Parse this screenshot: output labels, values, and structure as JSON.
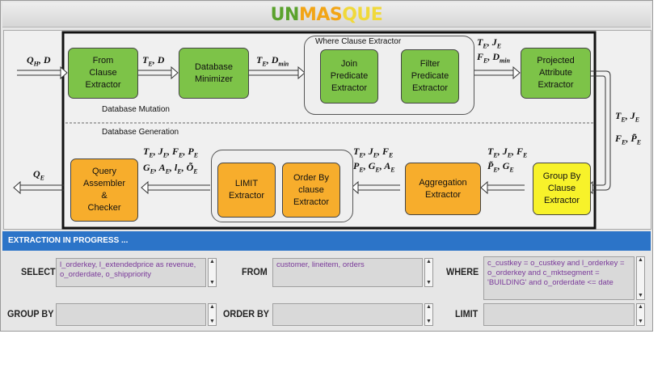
{
  "app": {
    "title_part1": "UN",
    "title_part2": "MAS",
    "title_part3": "QUE",
    "colors": {
      "green": "#7dc348",
      "orange": "#f7ad2c",
      "yellow": "#f7f22a",
      "blue_bar": "#2c74c8"
    }
  },
  "diagram": {
    "input_label": "Q_H, D",
    "output_label": "Q_E",
    "section_mutation": "Database Mutation",
    "section_generation": "Database Generation",
    "where_group_title": "Where Clause Extractor",
    "boxes": {
      "from": "From\nClause\nExtractor",
      "minimizer": "Database\nMinimizer",
      "join": "Join\nPredicate\nExtractor",
      "filter": "Filter\nPredicate\nExtractor",
      "projected": "Projected\nAttribute\nExtractor",
      "groupby": "Group By\nClause\nExtractor",
      "aggregation": "Aggregation\nExtractor",
      "orderby": "Order By\nclause\nExtractor",
      "limit": "LIMIT\nExtractor",
      "assembler": "Query\nAssembler\n&\nChecker"
    },
    "edge_labels": {
      "from_to_min": "T_E, D",
      "min_to_where": "T_E, D_min",
      "where_to_proj_1": "T_E, J_E",
      "where_to_proj_2": "F_E, D_min",
      "proj_to_group_1": "T_E, J_E",
      "proj_to_group_2": "F_E, P̃_E",
      "group_to_agg_1": "T_E, J_E, F_E",
      "group_to_agg_2": "P̃_E, G_E",
      "agg_to_order_1": "T_E, J_E, F_E",
      "agg_to_order_2": "P_E, G_E, A_E",
      "limit_to_asm_1": "T_E, J_E, F_E, P_E",
      "limit_to_asm_2": "G_E, A_E, l_E, Õ_E"
    }
  },
  "status": {
    "text": "EXTRACTION IN PROGRESS ..."
  },
  "query": {
    "select": {
      "label": "SELECT",
      "value": "l_orderkey, l_extendedprice as revenue, o_orderdate, o_shippriority"
    },
    "from": {
      "label": "FROM",
      "value": "customer, lineitem, orders"
    },
    "where": {
      "label": "WHERE",
      "value": "c_custkey = o_custkey and l_orderkey = o_orderkey and c_mktsegment = 'BUILDING' and o_orderdate <= date"
    },
    "group_by": {
      "label": "GROUP BY",
      "value": ""
    },
    "order_by": {
      "label": "ORDER BY",
      "value": ""
    },
    "limit": {
      "label": "LIMIT",
      "value": ""
    }
  }
}
